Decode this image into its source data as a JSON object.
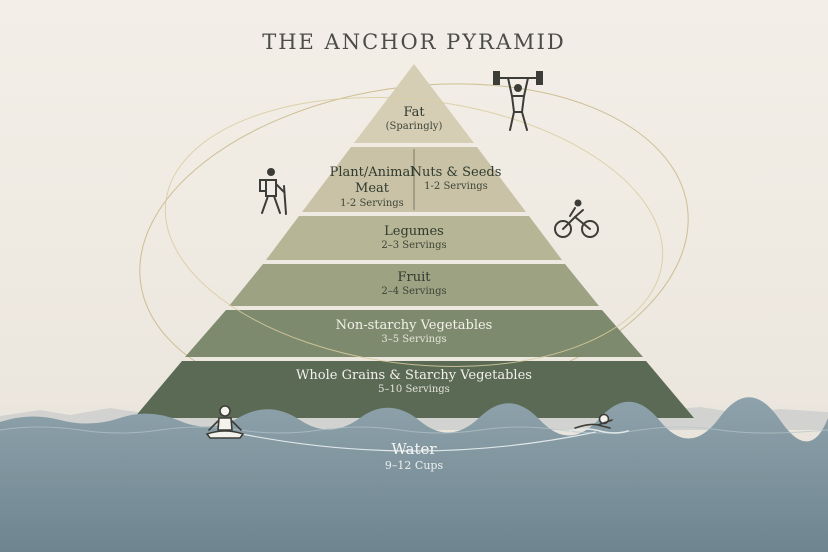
{
  "title": "THE ANCHOR PYRAMID",
  "tiers": {
    "fat": {
      "name": "Fat",
      "sub": "(Sparingly)"
    },
    "meat": {
      "name_line1": "Plant/Animal",
      "name_line2": "Meat",
      "sub": "1-2 Servings"
    },
    "nuts": {
      "name": "Nuts & Seeds",
      "sub": "1-2 Servings"
    },
    "legumes": {
      "name": "Legumes",
      "sub": "2–3 Servings"
    },
    "fruit": {
      "name": "Fruit",
      "sub": "2–4 Servings"
    },
    "vegetables": {
      "name": "Non-starchy Vegetables",
      "sub": "3–5 Servings"
    },
    "grains": {
      "name": "Whole Grains & Starchy Vegetables",
      "sub": "5–10 Servings"
    }
  },
  "water": {
    "name": "Water",
    "sub": "9–12 Cups"
  },
  "icons": [
    "weightlifter-icon",
    "hiker-icon",
    "cyclist-icon",
    "meditation-icon",
    "swimmer-icon"
  ],
  "colors": {
    "background": "#efeae2",
    "tier_top": "#d6ceb4",
    "tier_bottom": "#5b6a55",
    "water": "#7f96a0",
    "orbit": "#c9b98a",
    "title": "#4d4d48"
  }
}
